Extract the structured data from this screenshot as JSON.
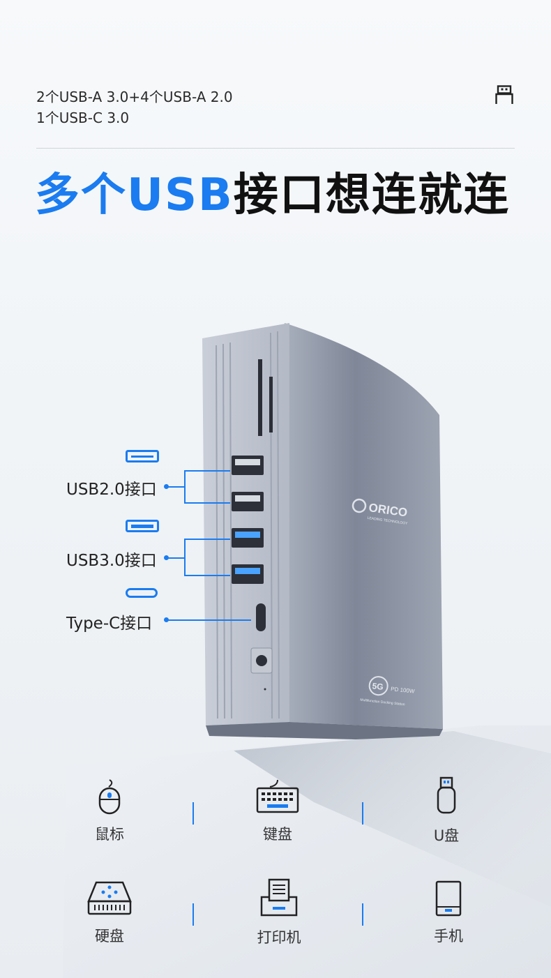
{
  "spec": {
    "line1": "2个USB-A 3.0+4个USB-A 2.0",
    "line2": "1个USB-C 3.0"
  },
  "headline": {
    "blue": "多个USB",
    "dark": "接口想连就连"
  },
  "ports": {
    "usb2": "USB2.0接口",
    "usb3": "USB3.0接口",
    "typec": "Type-C接口"
  },
  "device": {
    "brand": "ORICO",
    "tagline": "LEADING TECHNOLOGY",
    "badge_5g": "5G",
    "badge_pd": "PD 100W",
    "caption": "Multifunction Docking Station"
  },
  "categories": [
    {
      "label": "鼠标",
      "icon": "mouse-icon"
    },
    {
      "label": "键盘",
      "icon": "keyboard-icon"
    },
    {
      "label": "U盘",
      "icon": "usb-drive-icon"
    },
    {
      "label": "硬盘",
      "icon": "hard-drive-icon"
    },
    {
      "label": "打印机",
      "icon": "printer-icon"
    },
    {
      "label": "手机",
      "icon": "phone-icon"
    }
  ],
  "colors": {
    "accent": "#1a7cf0",
    "text": "#111111",
    "device": "#8d95a6"
  }
}
